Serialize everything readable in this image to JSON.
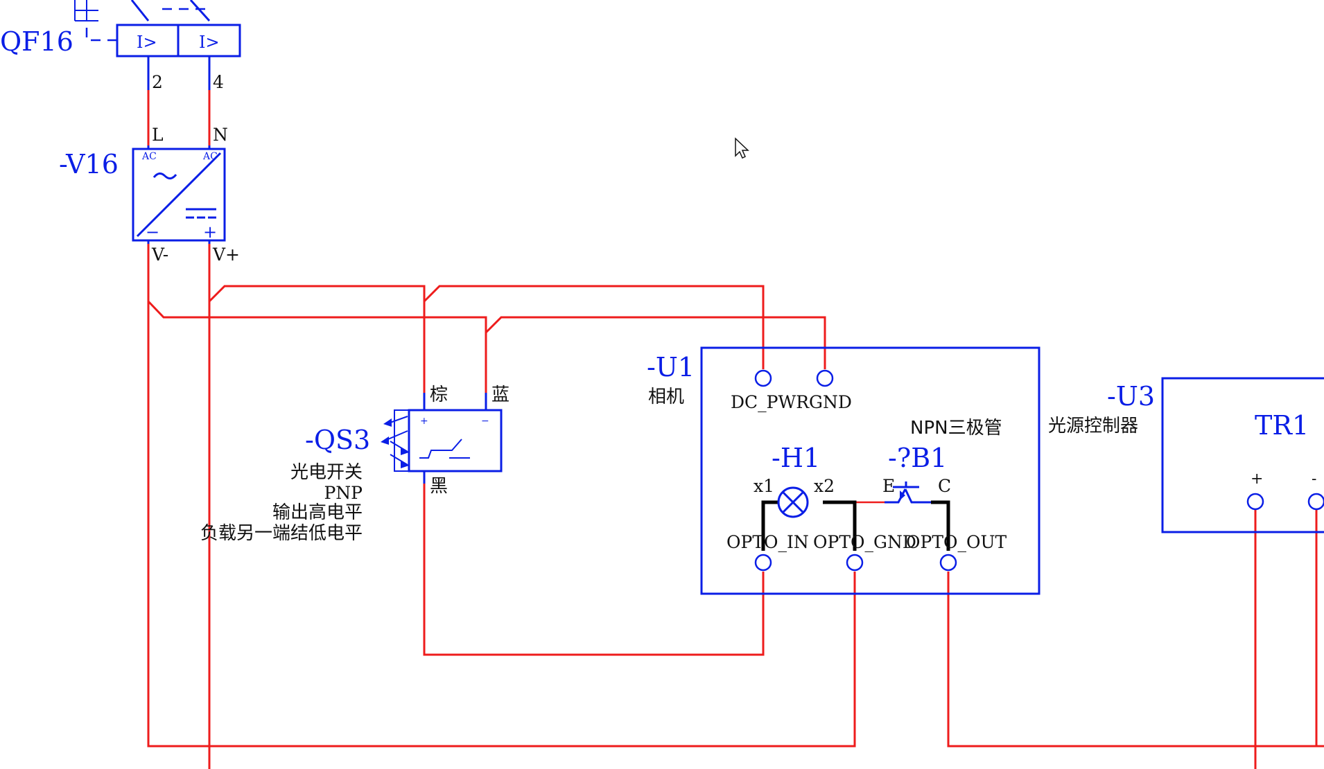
{
  "components": {
    "qf16": {
      "tag": "QF16",
      "trip_label": "I>"
    },
    "v16": {
      "tag": "-V16",
      "ac_label": "AC",
      "minus": "−",
      "plus": "+"
    },
    "qs3": {
      "tag": "-QS3",
      "desc": [
        "光电开关",
        "PNP",
        "输出高电平",
        "负载另一端结低电平"
      ],
      "plus": "+",
      "minus": "−"
    },
    "u1": {
      "tag": "-U1",
      "desc": "相机",
      "pins": {
        "dc_pwr": "DC_PWR",
        "gnd": "GND",
        "opto_in": "OPTO_IN",
        "opto_gnd": "OPTO_GND",
        "opto_out": "OPTO_OUT"
      }
    },
    "h1": {
      "tag": "-H1",
      "x1": "x1",
      "x2": "x2"
    },
    "b1": {
      "tag": "-?B1",
      "desc": "NPN三极管",
      "e": "E",
      "c": "C"
    },
    "u3": {
      "tag": "-U3",
      "desc": "光源控制器",
      "tr": "TR1",
      "plus": "+",
      "minus": "-"
    }
  },
  "terminals": {
    "qf16_out_1": "2",
    "qf16_out_2": "4",
    "v16_l": "L",
    "v16_n": "N",
    "v16_vminus": "V-",
    "v16_vplus": "V+",
    "qs3_brown": "棕",
    "qs3_blue": "蓝",
    "qs3_black": "黑"
  },
  "colors": {
    "wire": "#ee1c1c",
    "symbol": "#0a1ee6",
    "text": "#111111"
  }
}
